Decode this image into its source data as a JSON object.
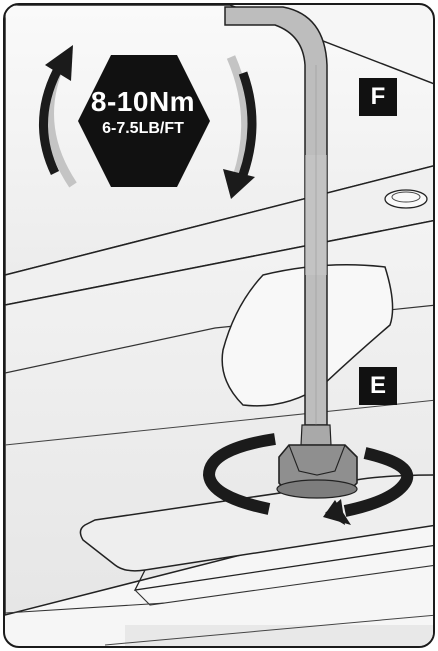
{
  "torque": {
    "value": "8-10Nm",
    "imperial": "6-7.5LB/FT"
  },
  "labels": {
    "tool": "F",
    "nut": "E"
  },
  "colors": {
    "badge": "#111111",
    "arrow": "#1b1b1b",
    "arrow_light": "#bdbdbd",
    "outline": "#1b1b1b",
    "surface": "#f2f2f2"
  },
  "icons": {
    "rotation_arrows": "curved-double-arrow-icon",
    "tighten_arrow": "circular-clockwise-arrow-icon"
  }
}
